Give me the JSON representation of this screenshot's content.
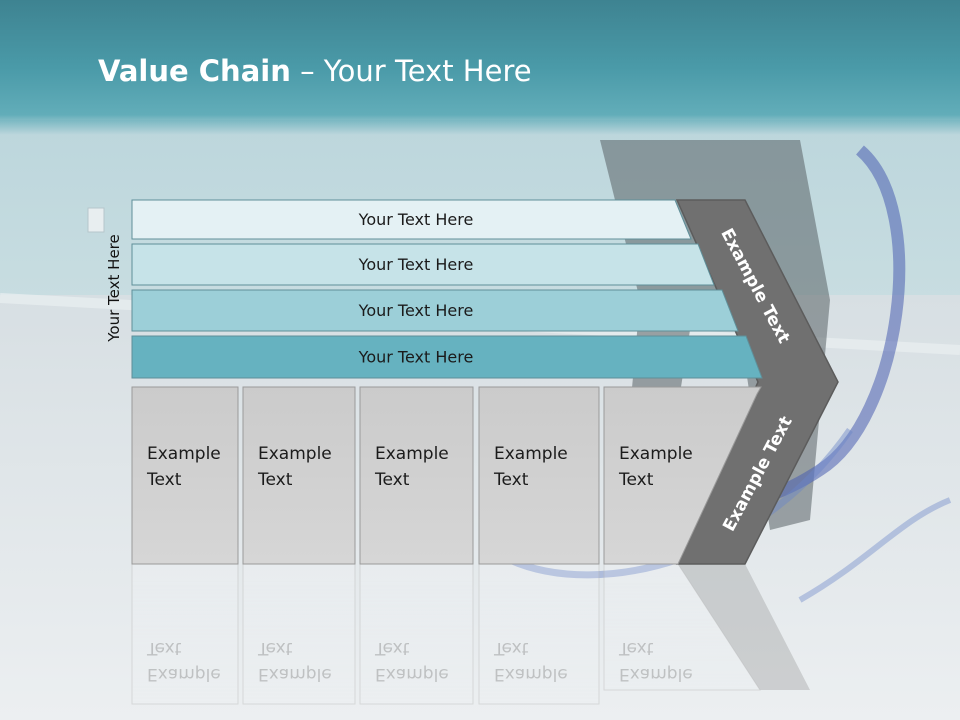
{
  "slide": {
    "title_bold": "Value Chain",
    "title_rest": " – Your Text Here",
    "side_label": "Your Text Here"
  },
  "rows": [
    {
      "label": "Your Text Here",
      "color": "#e4f1f4"
    },
    {
      "label": "Your Text Here",
      "color": "#c6e3e8"
    },
    {
      "label": "Your Text Here",
      "color": "#9ccfd8"
    },
    {
      "label": "Your Text Here",
      "color": "#66b2c0"
    }
  ],
  "boxes": [
    {
      "line1": "Example",
      "line2": "Text"
    },
    {
      "line1": "Example",
      "line2": "Text"
    },
    {
      "line1": "Example",
      "line2": "Text"
    },
    {
      "line1": "Example",
      "line2": "Text"
    },
    {
      "line1": "Example",
      "line2": "Text"
    }
  ],
  "chevron": {
    "top_label": "Example Text",
    "bottom_label": "Example Text",
    "color": "#707070"
  }
}
